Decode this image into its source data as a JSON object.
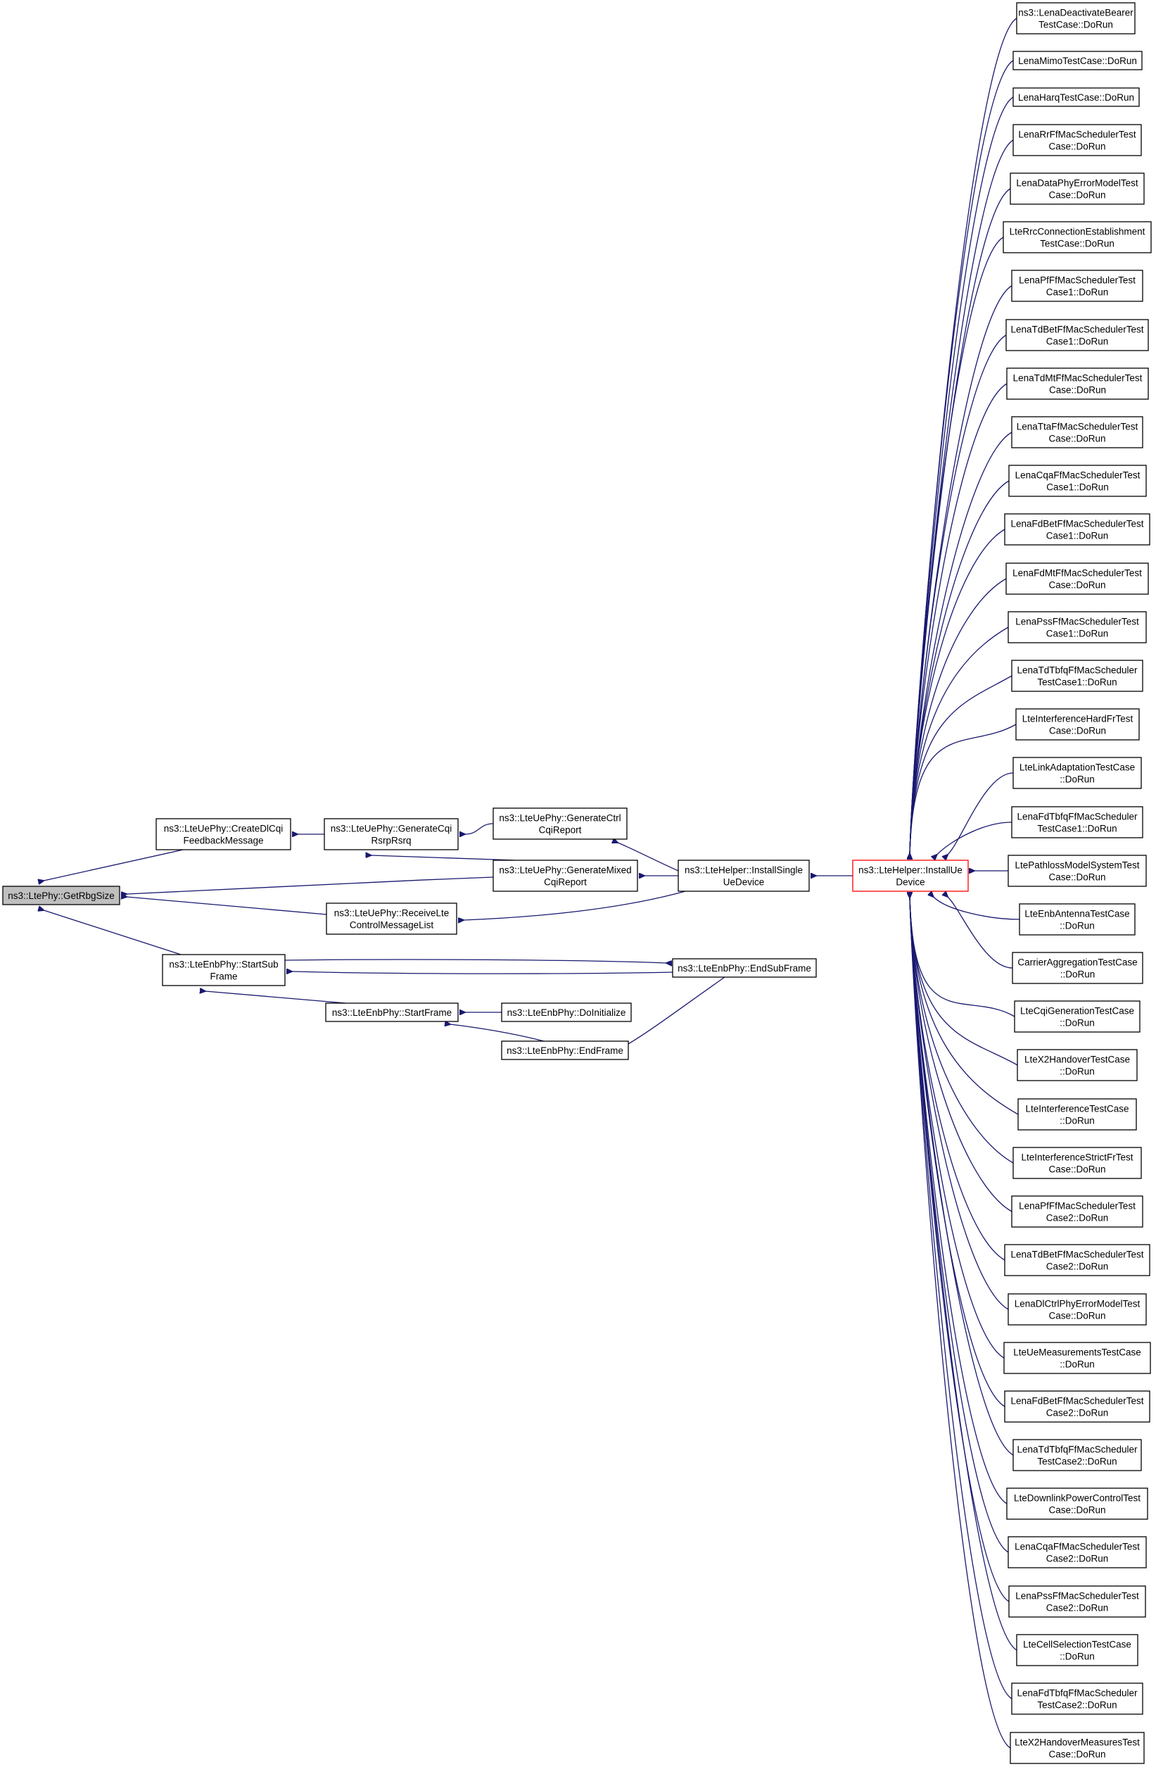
{
  "colors": {
    "edge": "#191970",
    "node_border": "#000000",
    "focus_fill": "#bfbfbf",
    "highlight_border": "#ff0000",
    "background": "#ffffff"
  },
  "nodes": {
    "getrbgsize": {
      "lines": [
        "ns3::LtePhy::GetRbgSize"
      ],
      "style": "focus"
    },
    "createdlcqi": {
      "lines": [
        "ns3::LteUePhy::CreateDlCqi",
        "FeedbackMessage"
      ]
    },
    "generatecqirsrp": {
      "lines": [
        "ns3::LteUePhy::GenerateCqi",
        "RsrpRsrq"
      ]
    },
    "generatectrl": {
      "lines": [
        "ns3::LteUePhy::GenerateCtrl",
        "CqiReport"
      ]
    },
    "generatemixed": {
      "lines": [
        "ns3::LteUePhy::GenerateMixed",
        "CqiReport"
      ]
    },
    "receivelte": {
      "lines": [
        "ns3::LteUePhy::ReceiveLte",
        "ControlMessageList"
      ]
    },
    "installsingle": {
      "lines": [
        "ns3::LteHelper::InstallSingle",
        "UeDevice"
      ]
    },
    "installue": {
      "lines": [
        "ns3::LteHelper::InstallUe",
        "Device"
      ],
      "style": "highlight"
    },
    "startsub": {
      "lines": [
        "ns3::LteEnbPhy::StartSub",
        "Frame"
      ]
    },
    "endsub": {
      "lines": [
        "ns3::LteEnbPhy::EndSubFrame"
      ]
    },
    "startframe": {
      "lines": [
        "ns3::LteEnbPhy::StartFrame"
      ]
    },
    "doinit": {
      "lines": [
        "ns3::LteEnbPhy::DoInitialize"
      ]
    },
    "endframe": {
      "lines": [
        "ns3::LteEnbPhy::EndFrame"
      ]
    },
    "t0": {
      "lines": [
        "ns3::LenaDeactivateBearer",
        "TestCase::DoRun"
      ]
    },
    "t1": {
      "lines": [
        "LenaMimoTestCase::DoRun"
      ]
    },
    "t2": {
      "lines": [
        "LenaHarqTestCase::DoRun"
      ]
    },
    "t3": {
      "lines": [
        "LenaRrFfMacSchedulerTest",
        "Case::DoRun"
      ]
    },
    "t4": {
      "lines": [
        "LenaDataPhyErrorModelTest",
        "Case::DoRun"
      ]
    },
    "t5": {
      "lines": [
        "LteRrcConnectionEstablishment",
        "TestCase::DoRun"
      ]
    },
    "t6": {
      "lines": [
        "LenaPfFfMacSchedulerTest",
        "Case1::DoRun"
      ]
    },
    "t7": {
      "lines": [
        "LenaTdBetFfMacSchedulerTest",
        "Case1::DoRun"
      ]
    },
    "t8": {
      "lines": [
        "LenaTdMtFfMacSchedulerTest",
        "Case::DoRun"
      ]
    },
    "t9": {
      "lines": [
        "LenaTtaFfMacSchedulerTest",
        "Case::DoRun"
      ]
    },
    "t10": {
      "lines": [
        "LenaCqaFfMacSchedulerTest",
        "Case1::DoRun"
      ]
    },
    "t11": {
      "lines": [
        "LenaFdBetFfMacSchedulerTest",
        "Case1::DoRun"
      ]
    },
    "t12": {
      "lines": [
        "LenaFdMtFfMacSchedulerTest",
        "Case::DoRun"
      ]
    },
    "t13": {
      "lines": [
        "LenaPssFfMacSchedulerTest",
        "Case1::DoRun"
      ]
    },
    "t14": {
      "lines": [
        "LenaTdTbfqFfMacScheduler",
        "TestCase1::DoRun"
      ]
    },
    "t15": {
      "lines": [
        "LteInterferenceHardFrTest",
        "Case::DoRun"
      ]
    },
    "t16": {
      "lines": [
        "LteLinkAdaptationTestCase",
        "::DoRun"
      ]
    },
    "t17": {
      "lines": [
        "LenaFdTbfqFfMacScheduler",
        "TestCase1::DoRun"
      ]
    },
    "t18": {
      "lines": [
        "LtePathlossModelSystemTest",
        "Case::DoRun"
      ]
    },
    "t19": {
      "lines": [
        "LteEnbAntennaTestCase",
        "::DoRun"
      ]
    },
    "t20": {
      "lines": [
        "CarrierAggregationTestCase",
        "::DoRun"
      ]
    },
    "t21": {
      "lines": [
        "LteCqiGenerationTestCase",
        "::DoRun"
      ]
    },
    "t22": {
      "lines": [
        "LteX2HandoverTestCase",
        "::DoRun"
      ]
    },
    "t23": {
      "lines": [
        "LteInterferenceTestCase",
        "::DoRun"
      ]
    },
    "t24": {
      "lines": [
        "LteInterferenceStrictFrTest",
        "Case::DoRun"
      ]
    },
    "t25": {
      "lines": [
        "LenaPfFfMacSchedulerTest",
        "Case2::DoRun"
      ]
    },
    "t26": {
      "lines": [
        "LenaTdBetFfMacSchedulerTest",
        "Case2::DoRun"
      ]
    },
    "t27": {
      "lines": [
        "LenaDlCtrlPhyErrorModelTest",
        "Case::DoRun"
      ]
    },
    "t28": {
      "lines": [
        "LteUeMeasurementsTestCase",
        "::DoRun"
      ]
    },
    "t29": {
      "lines": [
        "LenaFdBetFfMacSchedulerTest",
        "Case2::DoRun"
      ]
    },
    "t30": {
      "lines": [
        "LenaTdTbfqFfMacScheduler",
        "TestCase2::DoRun"
      ]
    },
    "t31": {
      "lines": [
        "LteDownlinkPowerControlTest",
        "Case::DoRun"
      ]
    },
    "t32": {
      "lines": [
        "LenaCqaFfMacSchedulerTest",
        "Case2::DoRun"
      ]
    },
    "t33": {
      "lines": [
        "LenaPssFfMacSchedulerTest",
        "Case2::DoRun"
      ]
    },
    "t34": {
      "lines": [
        "LteCellSelectionTestCase",
        "::DoRun"
      ]
    },
    "t35": {
      "lines": [
        "LenaFdTbfqFfMacScheduler",
        "TestCase2::DoRun"
      ]
    },
    "t36": {
      "lines": [
        "LteX2HandoverMeasuresTest",
        "Case::DoRun"
      ]
    }
  },
  "edges": [
    [
      "createdlcqi",
      "getrbgsize"
    ],
    [
      "generatemixed",
      "getrbgsize"
    ],
    [
      "receivelte",
      "getrbgsize"
    ],
    [
      "startsub",
      "getrbgsize"
    ],
    [
      "generatecqirsrp",
      "createdlcqi"
    ],
    [
      "generatectrl",
      "generatecqirsrp"
    ],
    [
      "generatemixed",
      "generatecqirsrp"
    ],
    [
      "installsingle",
      "generatectrl"
    ],
    [
      "installsingle",
      "generatemixed"
    ],
    [
      "installsingle",
      "receivelte"
    ],
    [
      "installue",
      "installsingle"
    ],
    [
      "endsub",
      "startsub"
    ],
    [
      "startsub",
      "endsub"
    ],
    [
      "startframe",
      "startsub"
    ],
    [
      "doinit",
      "startframe"
    ],
    [
      "endframe",
      "startframe"
    ],
    [
      "endsub",
      "endframe"
    ],
    [
      "t0",
      "installue"
    ],
    [
      "t1",
      "installue"
    ],
    [
      "t2",
      "installue"
    ],
    [
      "t3",
      "installue"
    ],
    [
      "t4",
      "installue"
    ],
    [
      "t5",
      "installue"
    ],
    [
      "t6",
      "installue"
    ],
    [
      "t7",
      "installue"
    ],
    [
      "t8",
      "installue"
    ],
    [
      "t9",
      "installue"
    ],
    [
      "t10",
      "installue"
    ],
    [
      "t11",
      "installue"
    ],
    [
      "t12",
      "installue"
    ],
    [
      "t13",
      "installue"
    ],
    [
      "t14",
      "installue"
    ],
    [
      "t15",
      "installue"
    ],
    [
      "t16",
      "installue"
    ],
    [
      "t17",
      "installue"
    ],
    [
      "t18",
      "installue"
    ],
    [
      "t19",
      "installue"
    ],
    [
      "t20",
      "installue"
    ],
    [
      "t21",
      "installue"
    ],
    [
      "t22",
      "installue"
    ],
    [
      "t23",
      "installue"
    ],
    [
      "t24",
      "installue"
    ],
    [
      "t25",
      "installue"
    ],
    [
      "t26",
      "installue"
    ],
    [
      "t27",
      "installue"
    ],
    [
      "t28",
      "installue"
    ],
    [
      "t29",
      "installue"
    ],
    [
      "t30",
      "installue"
    ],
    [
      "t31",
      "installue"
    ],
    [
      "t32",
      "installue"
    ],
    [
      "t33",
      "installue"
    ],
    [
      "t34",
      "installue"
    ],
    [
      "t35",
      "installue"
    ],
    [
      "t36",
      "installue"
    ]
  ]
}
